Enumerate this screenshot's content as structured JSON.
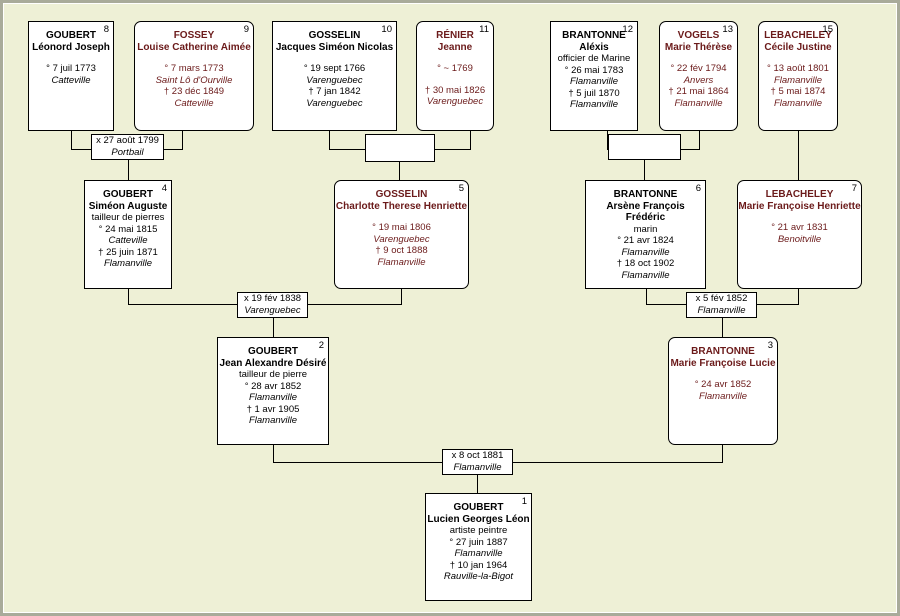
{
  "persons": [
    {
      "num": "1",
      "surname": "GOUBERT",
      "given": "Lucien Georges Léon",
      "occupation": "artiste peintre",
      "birth": "° 27 juin 1887",
      "birth_place": "Flamanville",
      "death": "† 10 jan 1964",
      "death_place": "Rauville-la-Bigot"
    },
    {
      "num": "2",
      "surname": "GOUBERT",
      "given": "Jean Alexandre Désiré",
      "occupation": "tailleur de pierre",
      "birth": "° 28 avr 1852",
      "birth_place": "Flamanville",
      "death": "† 1 avr 1905",
      "death_place": "Flamanville"
    },
    {
      "num": "3",
      "surname": "BRANTONNE",
      "given": "Marie Françoise Lucie",
      "birth": "° 24 avr 1852",
      "birth_place": "Flamanville"
    },
    {
      "num": "4",
      "surname": "GOUBERT",
      "given": "Siméon Auguste",
      "occupation": "tailleur de pierres",
      "birth": "° 24 mai 1815",
      "birth_place": "Catteville",
      "death": "† 25 juin 1871",
      "death_place": "Flamanville"
    },
    {
      "num": "5",
      "surname": "GOSSELIN",
      "given": "Charlotte Therese Henriette",
      "birth": "° 19 mai 1806",
      "birth_place": "Varenguebec",
      "death": "† 9 oct 1888",
      "death_place": "Flamanville"
    },
    {
      "num": "6",
      "surname": "BRANTONNE",
      "given": "Arsène François Frédéric",
      "occupation": "marin",
      "birth": "° 21 avr 1824",
      "birth_place": "Flamanville",
      "death": "† 18 oct 1902",
      "death_place": "Flamanville"
    },
    {
      "num": "7",
      "surname": "LEBACHELEY",
      "given": "Marie Françoise Henriette",
      "birth": "° 21 avr 1831",
      "birth_place": "Benoitville"
    },
    {
      "num": "8",
      "surname": "GOUBERT",
      "given": "Léonord Joseph",
      "birth": "° 7 juil 1773",
      "birth_place": "Catteville"
    },
    {
      "num": "9",
      "surname": "FOSSEY",
      "given": "Louise Catherine Aimée",
      "birth": "° 7 mars 1773",
      "birth_place": "Saint Lô d'Ourville",
      "death": "† 23 déc 1849",
      "death_place": "Catteville"
    },
    {
      "num": "10",
      "surname": "GOSSELIN",
      "given": "Jacques Siméon Nicolas",
      "birth": "° 19 sept 1766",
      "birth_place": "Varenguebec",
      "death": "† 7 jan 1842",
      "death_place": "Varenguebec"
    },
    {
      "num": "11",
      "surname": "RÉNIER",
      "given": "Jeanne",
      "birth": "° ~ 1769",
      "death": "† 30 mai 1826",
      "death_place": "Varenguebec"
    },
    {
      "num": "12",
      "surname": "BRANTONNE",
      "given": "Aléxis",
      "occupation": "officier de Marine",
      "birth": "° 26 mai 1783",
      "birth_place": "Flamanville",
      "death": "† 5 juil 1870",
      "death_place": "Flamanville"
    },
    {
      "num": "13",
      "surname": "VOGELS",
      "given": "Marie Thérèse",
      "birth": "° 22 fév 1794",
      "birth_place": "Anvers",
      "death": "† 21 mai 1864",
      "death_place": "Flamanville"
    },
    {
      "num": "14",
      "surname": "",
      "given": ""
    },
    {
      "num": "15",
      "surname": "LEBACHELEY",
      "given": "Cécile Justine",
      "birth": "° 13 août 1801",
      "birth_place": "Flamanville",
      "death": "† 5 mai 1874",
      "death_place": "Flamanville"
    }
  ],
  "marriages": [
    {
      "date": "x 27 août 1799",
      "place": "Portbail"
    },
    {
      "date": "",
      "place": ""
    },
    {
      "date": "",
      "place": ""
    },
    {
      "date": "x 19 fév 1838",
      "place": "Varenguebec"
    },
    {
      "date": "x 5 fév 1852",
      "place": "Flamanville"
    },
    {
      "date": "x 8 oct 1881",
      "place": "Flamanville"
    }
  ]
}
